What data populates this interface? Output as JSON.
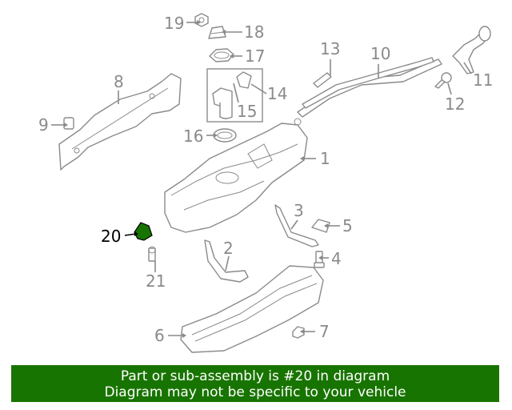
{
  "diagram": {
    "highlight_color": "#187400",
    "callouts": {
      "c1": "1",
      "c2": "2",
      "c3": "3",
      "c4": "4",
      "c5": "5",
      "c6": "6",
      "c7": "7",
      "c8": "8",
      "c9": "9",
      "c10": "10",
      "c11": "11",
      "c12": "12",
      "c13": "13",
      "c14": "14",
      "c15": "15",
      "c16": "16",
      "c17": "17",
      "c18": "18",
      "c19": "19",
      "c20": "20",
      "c21": "21"
    },
    "highlighted_part": "20"
  },
  "footer": {
    "background": "#187400",
    "line1": "Part or sub-assembly is #20 in diagram",
    "line2": "Diagram may not be specific to your vehicle"
  }
}
